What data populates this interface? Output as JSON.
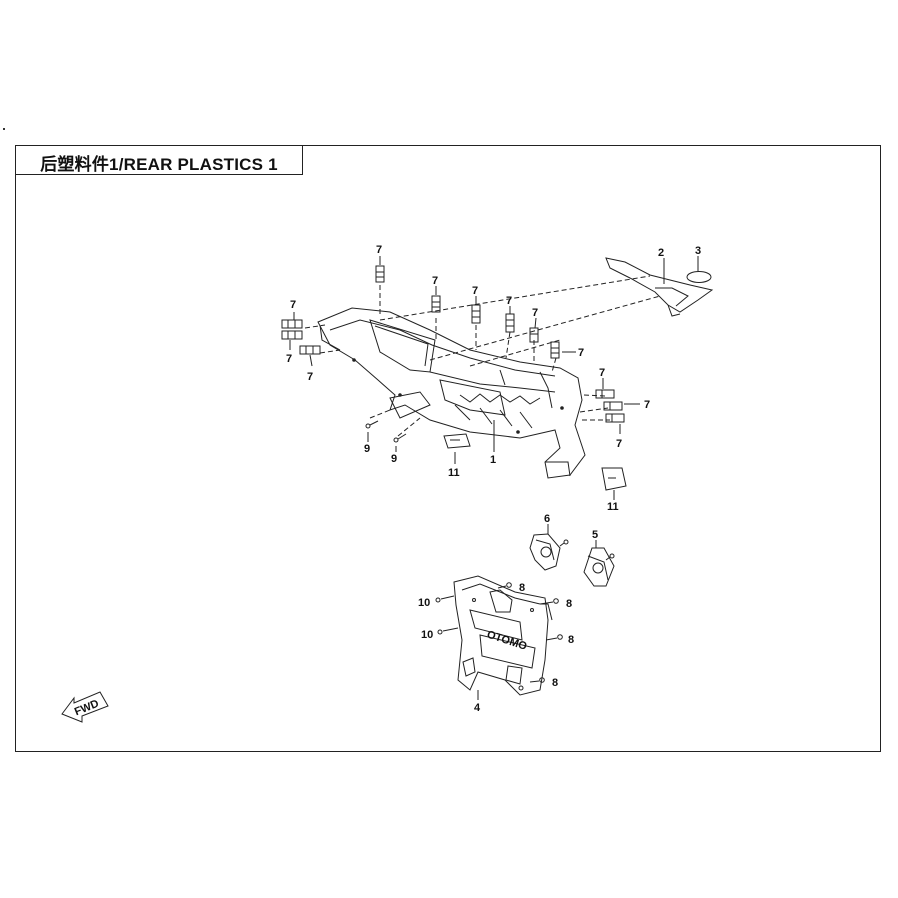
{
  "sheet": {
    "title": "后塑料件1/REAR PLASTICS 1"
  },
  "callouts": {
    "c1": "1",
    "c2": "2",
    "c3": "3",
    "c4": "4",
    "c5": "5",
    "c6": "6",
    "c7a": "7",
    "c7b": "7",
    "c7c": "7",
    "c7d": "7",
    "c7e": "7",
    "c7f": "7",
    "c7g": "7",
    "c7h": "7",
    "c7i": "7",
    "c7j": "7",
    "c7k": "7",
    "c7l": "7",
    "c8a": "8",
    "c8b": "8",
    "c8c": "8",
    "c8d": "8",
    "c9a": "9",
    "c9b": "9",
    "c10a": "10",
    "c10b": "10",
    "c11a": "11",
    "c11b": "11"
  },
  "fwd_label": "FWD",
  "logo_text": "OTOMO",
  "colors": {
    "line": "#222222",
    "paper": "#ffffff"
  }
}
